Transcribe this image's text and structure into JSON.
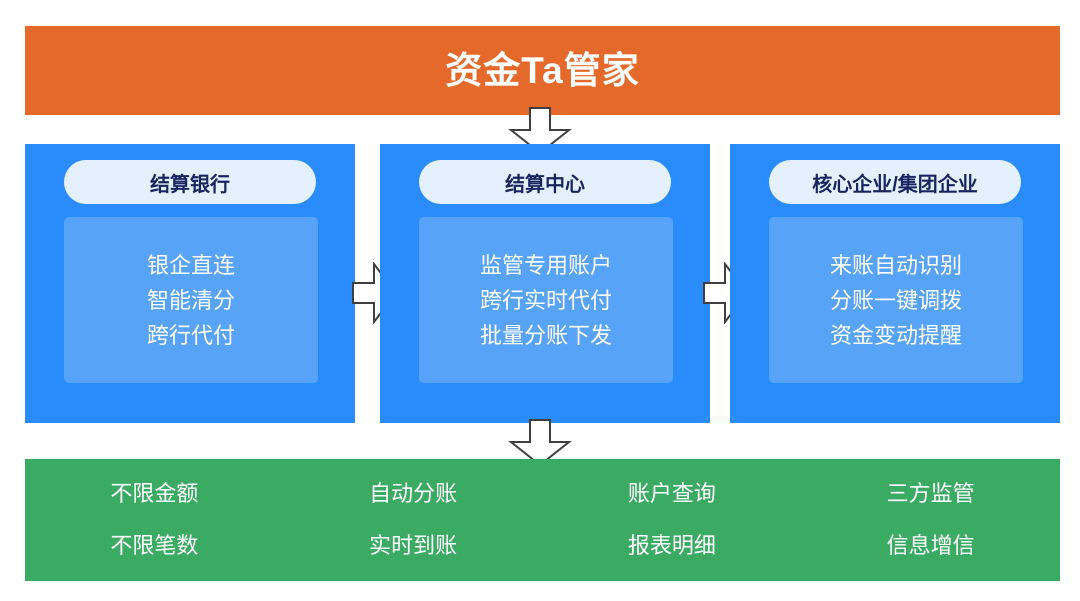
{
  "title": {
    "text": "资金Ta管家"
  },
  "colors": {
    "banner_orange": "#e4692b",
    "panel_blue": "#2a8cfa",
    "panel_inner_blue": "#57a3f8",
    "panel_pill": "#e4f0fe",
    "pill_text": "#18255f",
    "band_green": "#3bab64",
    "arrow_stroke": "#3f3f3f",
    "arrow_fill": "#ffffff",
    "text_white": "#ffffff"
  },
  "panels": [
    {
      "header": "结算银行",
      "items": [
        "银企直连",
        "智能清分",
        "跨行代付"
      ]
    },
    {
      "header": "结算中心",
      "items": [
        "监管专用账户",
        "跨行实时代付",
        "批量分账下发"
      ]
    },
    {
      "header": "核心企业/集团企业",
      "items": [
        "来账自动识别",
        "分账一键调拨",
        "资金变动提醒"
      ]
    }
  ],
  "arrows": [
    {
      "name": "arrow-down-title-to-panels",
      "direction": "down"
    },
    {
      "name": "arrow-right-bank-to-center",
      "direction": "right"
    },
    {
      "name": "arrow-right-center-to-enterprise",
      "direction": "right"
    },
    {
      "name": "arrow-down-panels-to-features",
      "direction": "down"
    }
  ],
  "feature_band": {
    "columns": [
      {
        "items": [
          "不限金额",
          "不限笔数"
        ]
      },
      {
        "items": [
          "自动分账",
          "实时到账"
        ]
      },
      {
        "items": [
          "账户查询",
          "报表明细"
        ]
      },
      {
        "items": [
          "三方监管",
          "信息增信"
        ]
      }
    ]
  }
}
